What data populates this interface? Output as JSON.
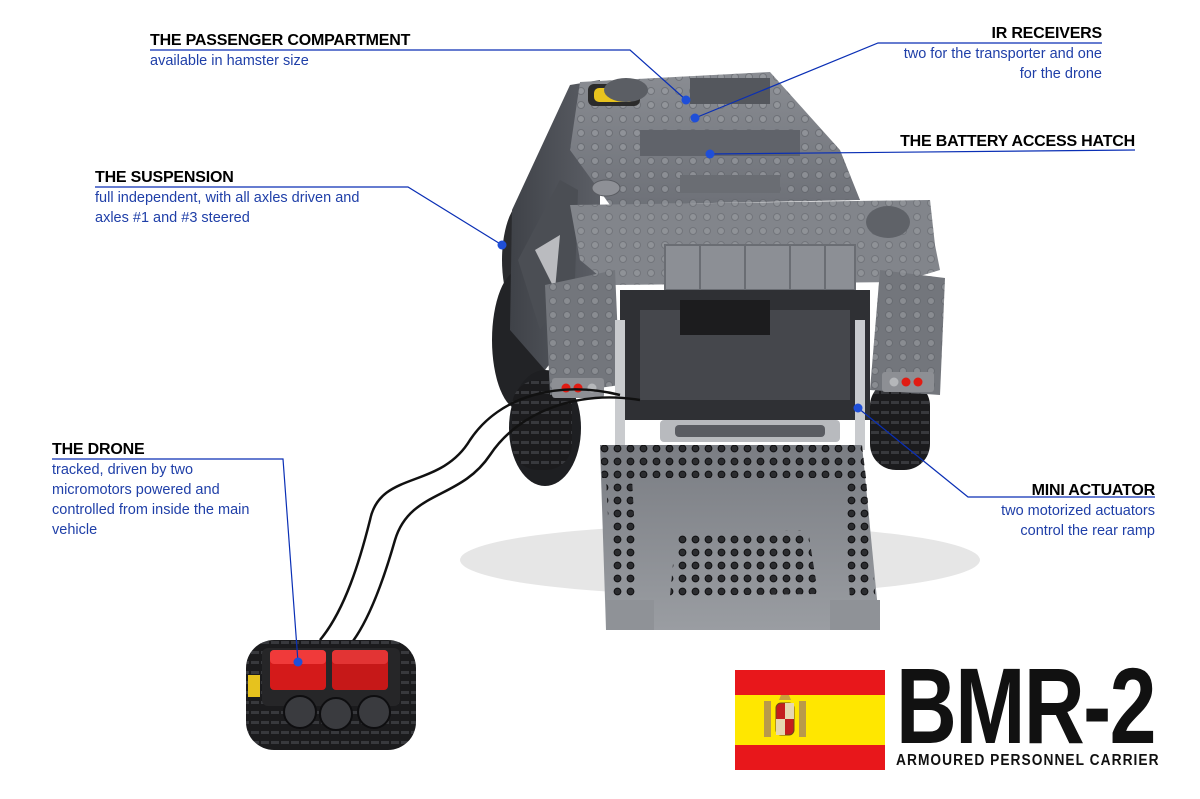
{
  "callouts": {
    "passenger": {
      "heading": "THE PASSENGER COMPARTMENT",
      "description": "available in hamster size"
    },
    "ir": {
      "heading": "IR RECEIVERS",
      "description_line1": "two for the transporter and one",
      "description_line2": "for the drone"
    },
    "battery": {
      "heading": "THE BATTERY ACCESS HATCH"
    },
    "suspension": {
      "heading": "THE SUSPENSION",
      "description_line1": "full independent, with all axles driven and",
      "description_line2": "axles #1 and #3 steered"
    },
    "drone": {
      "heading": "THE DRONE",
      "description_line1": "tracked, driven by two",
      "description_line2": "micromotors powered and",
      "description_line3": "controlled from inside the main",
      "description_line4": "vehicle"
    },
    "actuator": {
      "heading": "MINI ACTUATOR",
      "description_line1": "two motorized actuators",
      "description_line2": "control the rear ramp"
    }
  },
  "title": {
    "model": "BMR-2",
    "subtitle": "ARMOURED PERSONNEL CARRIER"
  },
  "colors": {
    "leader_line": "#0a2fb5",
    "dot": "#1f4fd8",
    "flag_red": "#e8171b",
    "flag_yellow": "#ffe700",
    "vehicle_gray": "#7b7e85"
  }
}
